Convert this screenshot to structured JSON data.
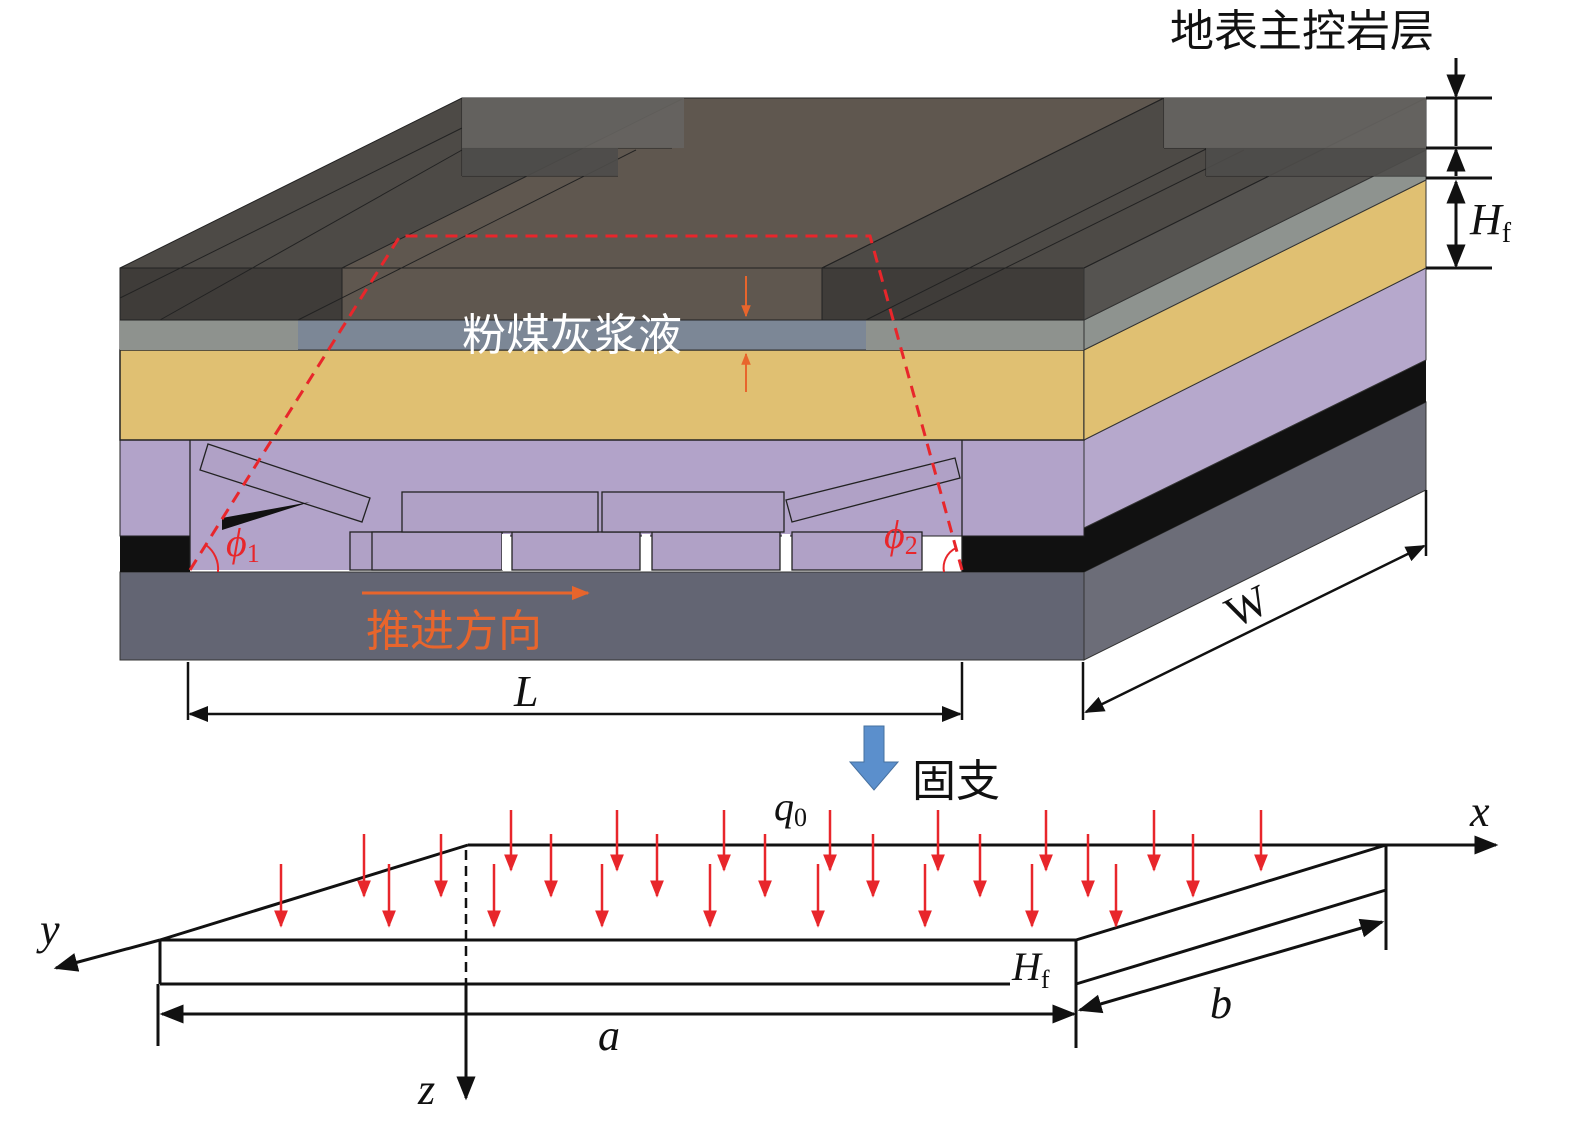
{
  "colors": {
    "top_layer": "#5f574f",
    "top_layer_dark": "#3f3c38",
    "top_layer_side": "#666460",
    "slurry": "#7c8796",
    "slurry_side": "#8e928e",
    "key_stratum": "#e0c072",
    "rock": "#b2a3c9",
    "coal": "#111111",
    "floor": "#636573",
    "floor_side": "#6c6d78",
    "red_dash": "#e8262b",
    "orange": "#e8652c",
    "load_arrow": "#e8262b",
    "blue_arrow": "#5b8fcc"
  },
  "labels": {
    "surface_key_stratum": "地表主控岩层",
    "fly_ash_slurry": "粉煤灰浆液",
    "advance_direction": "推进方向",
    "fixed_support": "固支",
    "h_f": "H",
    "h_f_sub": "f",
    "phi1": "ϕ",
    "phi1_sub": "1",
    "phi2": "ϕ",
    "phi2_sub": "2",
    "L": "L",
    "W": "W",
    "q0": "q",
    "q0_sub": "0",
    "x_axis": "x",
    "y_axis": "y",
    "z_axis": "z",
    "a": "a",
    "b": "b",
    "hf2": "H",
    "hf2_sub": "f"
  },
  "load_arrows": {
    "count_description": "uniform distributed load q0 on plate",
    "rows": 3
  }
}
